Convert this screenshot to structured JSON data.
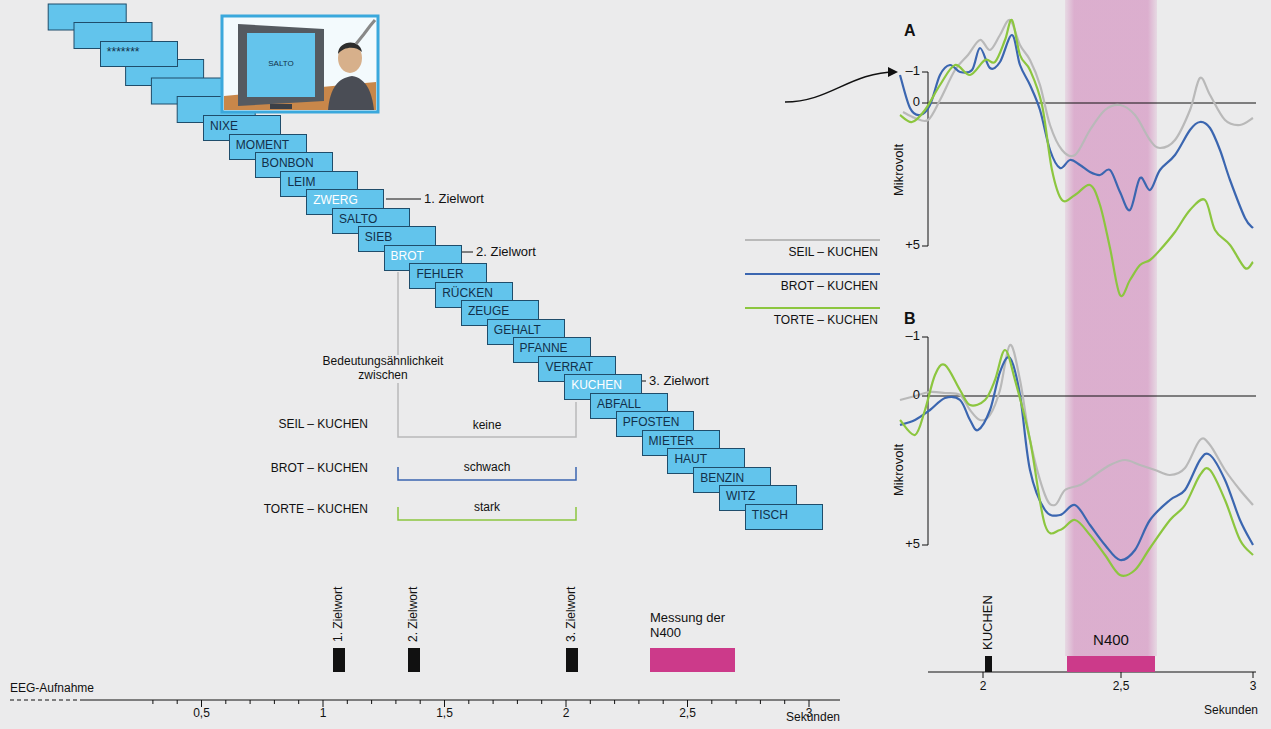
{
  "diagram": {
    "nodes": [
      {
        "text": [
          "*******"
        ]
      },
      {
        "text": [
          "NIXE"
        ]
      },
      {
        "text": [
          "MOMENT"
        ]
      },
      {
        "text": [
          "BONBON"
        ]
      },
      {
        "text": [
          "LEIM"
        ]
      },
      {
        "text": [
          "ZWERG"
        ]
      },
      {
        "text": [
          "SALTO"
        ]
      },
      {
        "text": [
          "SIEB"
        ]
      },
      {
        "text": [
          "BROT"
        ]
      },
      {
        "text": [
          "FEHLER"
        ]
      },
      {
        "text": [
          "RÜCKEN"
        ]
      },
      {
        "text": [
          "ZEUGE"
        ]
      },
      {
        "text": [
          "GEHALT"
        ]
      },
      {
        "text": [
          "PFANNE"
        ]
      },
      {
        "text": [
          "VERRAT"
        ]
      },
      {
        "text": [
          "KUCHEN"
        ]
      },
      {
        "text": [
          "ABFALL"
        ]
      },
      {
        "text": [
          "PFOSTEN"
        ]
      },
      {
        "text": [
          "MIETER"
        ]
      },
      {
        "text": [
          "HAUT"
        ]
      },
      {
        "text": [
          "BENZIN"
        ]
      },
      {
        "text": [
          "WITZ"
        ]
      },
      {
        "text": [
          "TISCH"
        ]
      },
      {
        "text": [
          "SALTO"
        ]
      }
    ],
    "labels": [
      "1. Zielwort",
      "2. Zielwort",
      "3. Zielwort",
      "Bedeutungsähnlichkeit zwischen",
      "SEIL – KUCHEN",
      "keine",
      "BROT – KUCHEN",
      "schwach",
      "TORTE – KUCHEN",
      "stark",
      "EEG-Aufnahme",
      "0,5",
      "1",
      "1,5",
      "2",
      "2,5",
      "3",
      "Sekunden",
      "1. Zielwort",
      "2. Zielwort",
      "3. Zielwort",
      "Messung der N400",
      "A",
      "–1",
      "0",
      "+5",
      "Mikrovolt",
      "B",
      "–1",
      "0",
      "+5",
      "Mikrovolt",
      "KUCHEN",
      "N400",
      "2",
      "2,5",
      "3",
      "Sekunden"
    ],
    "legend": [
      {
        "text": "SEIL – KUCHEN"
      },
      {
        "text": "BROT – KUCHEN"
      },
      {
        "text": "TORTE – KUCHEN"
      }
    ]
  }
}
